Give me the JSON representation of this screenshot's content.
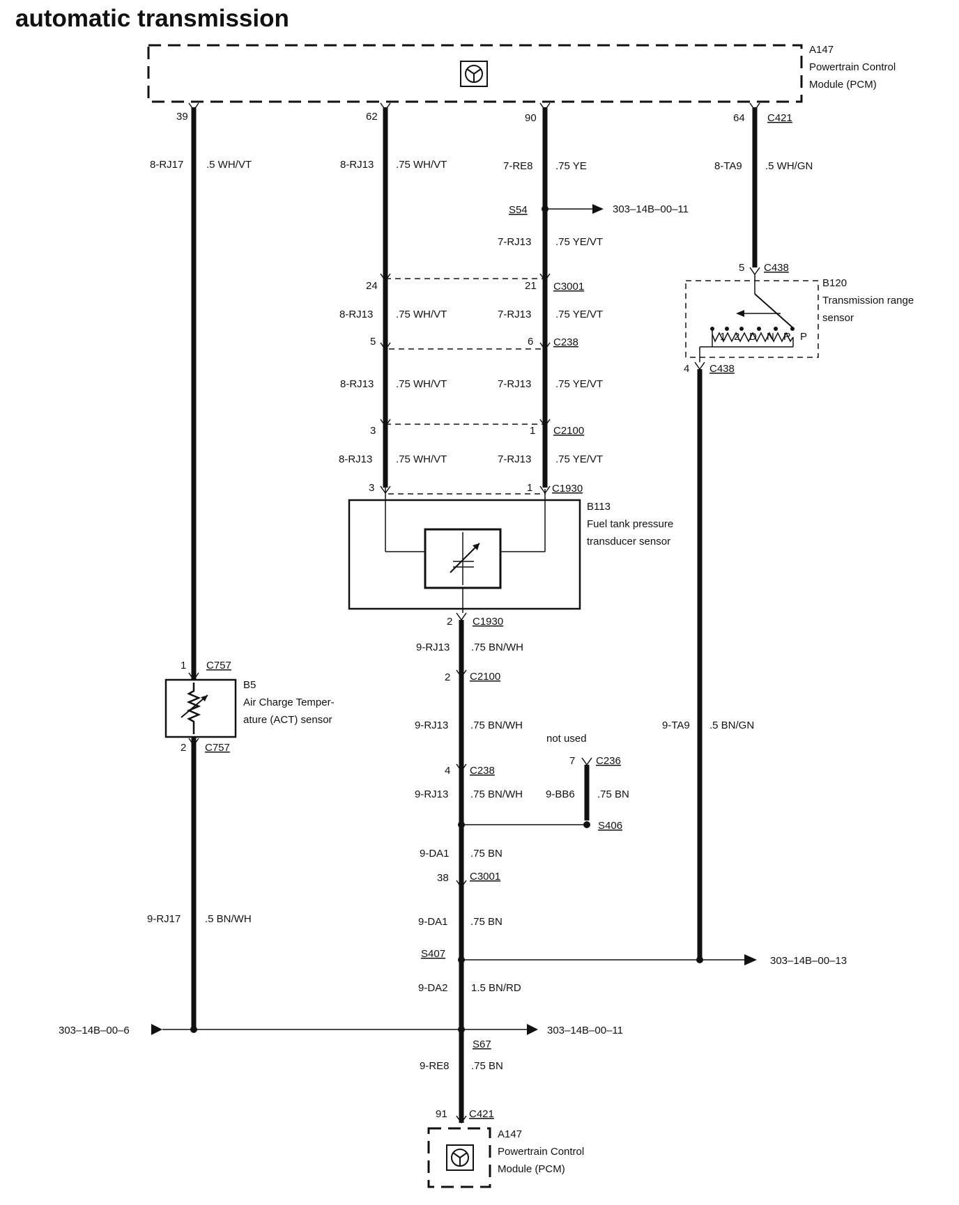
{
  "title": "automatic transmission",
  "pcm_top": {
    "id": "A147",
    "name_line1": "Powertrain Control",
    "name_line2": "Module (PCM)",
    "connector": "C421"
  },
  "pcm_bottom": {
    "id": "A147",
    "name_line1": "Powertrain Control",
    "name_line2": "Module (PCM)",
    "connector": "C421",
    "pin": "91"
  },
  "pins_top": {
    "p39": "39",
    "p62": "62",
    "p90": "90",
    "p64": "64"
  },
  "wire_left": {
    "circuit": "8-RJ17",
    "spec": ".5 WH/VT",
    "circuit2": "9-RJ17",
    "spec2": ".5 BN/WH"
  },
  "wire_62": {
    "circuit": "8-RJ13",
    "spec": ".75 WH/VT"
  },
  "wire_90": {
    "circuit": "7-RE8",
    "spec": ".75 YE",
    "circuit2": "7-RJ13",
    "spec2": ".75 YE/VT"
  },
  "wire_64": {
    "circuit": "8-TA9",
    "spec": ".5 WH/GN"
  },
  "splice_s54": {
    "label": "S54",
    "ref": "303–14B–00–11"
  },
  "c3001": {
    "label": "C3001",
    "pin_a": "24",
    "pin_b": "21"
  },
  "c238": {
    "label": "C238",
    "pin_a": "5",
    "pin_b": "6"
  },
  "c2100": {
    "label": "C2100",
    "pin_a": "3",
    "pin_b": "1"
  },
  "c1930": {
    "label": "C1930",
    "pin_a": "3",
    "pin_b": "1"
  },
  "b113": {
    "id": "B113",
    "line1": "Fuel tank pressure",
    "line2": "transducer sensor"
  },
  "b120": {
    "id": "B120",
    "line1": "Transmission range",
    "line2": "sensor",
    "positions": [
      "1",
      "2",
      "D",
      "N",
      "R",
      "P"
    ],
    "c438_top_pin": "5",
    "c438_bottom_pin": "4",
    "connector": "C438"
  },
  "b5": {
    "id": "B5",
    "line1": "Air Charge Temper-",
    "line2": "ature (ACT) sensor",
    "connector": "C757",
    "pin_top": "1",
    "pin_bottom": "2"
  },
  "center_lower": {
    "c1930_pin": "2",
    "c1930": "C1930",
    "w1_circuit": "9-RJ13",
    "w1_spec": ".75 BN/WH",
    "c2100_pin": "2",
    "c2100": "C2100",
    "w2_circuit": "9-RJ13",
    "w2_spec": ".75 BN/WH",
    "c238_pin": "4",
    "c238": "C238",
    "w3_circuit": "9-RJ13",
    "w3_spec": ".75 BN/WH",
    "w4_circuit": "9-DA1",
    "w4_spec": ".75 BN",
    "c3001_pin": "38",
    "c3001": "C3001",
    "w5_circuit": "9-DA1",
    "w5_spec": ".75 BN",
    "s407": "S407",
    "w6_circuit": "9-DA2",
    "w6_spec": "1.5 BN/RD",
    "s67": "S67",
    "w7_circuit": "9-RE8",
    "w7_spec": ".75 BN"
  },
  "not_used": {
    "label": "not used",
    "pin": "7",
    "connector": "C236",
    "circuit": "9-BB6",
    "spec": ".75 BN",
    "splice": "S406"
  },
  "wire_ta9_lower": {
    "circuit": "9-TA9",
    "spec": ".5 BN/GN"
  },
  "refs": {
    "s407_ref": "303–14B–00–13",
    "left_ref": "303–14B–00–6",
    "s67_ref": "303–14B–00–11"
  }
}
